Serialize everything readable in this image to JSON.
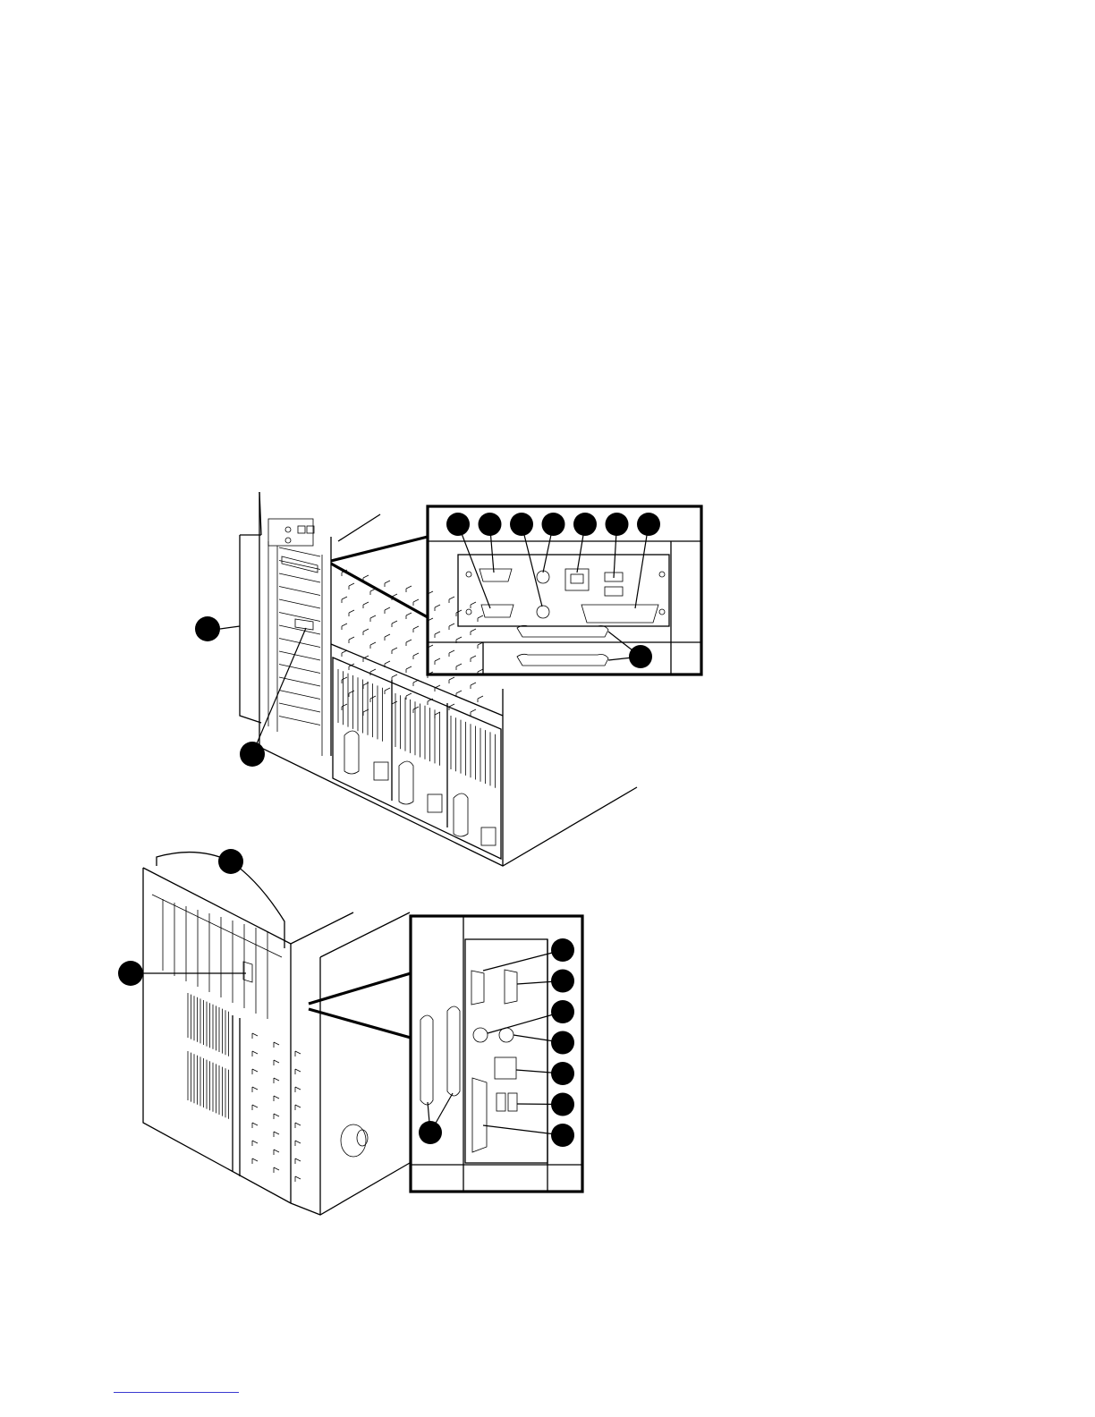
{
  "figure": {
    "accent_color": "#000000",
    "footer_rule_color": "#3a3ad0",
    "views": [
      {
        "name": "rack-view",
        "callout_count": 10
      },
      {
        "name": "tower-view",
        "callout_count": 10
      }
    ]
  }
}
